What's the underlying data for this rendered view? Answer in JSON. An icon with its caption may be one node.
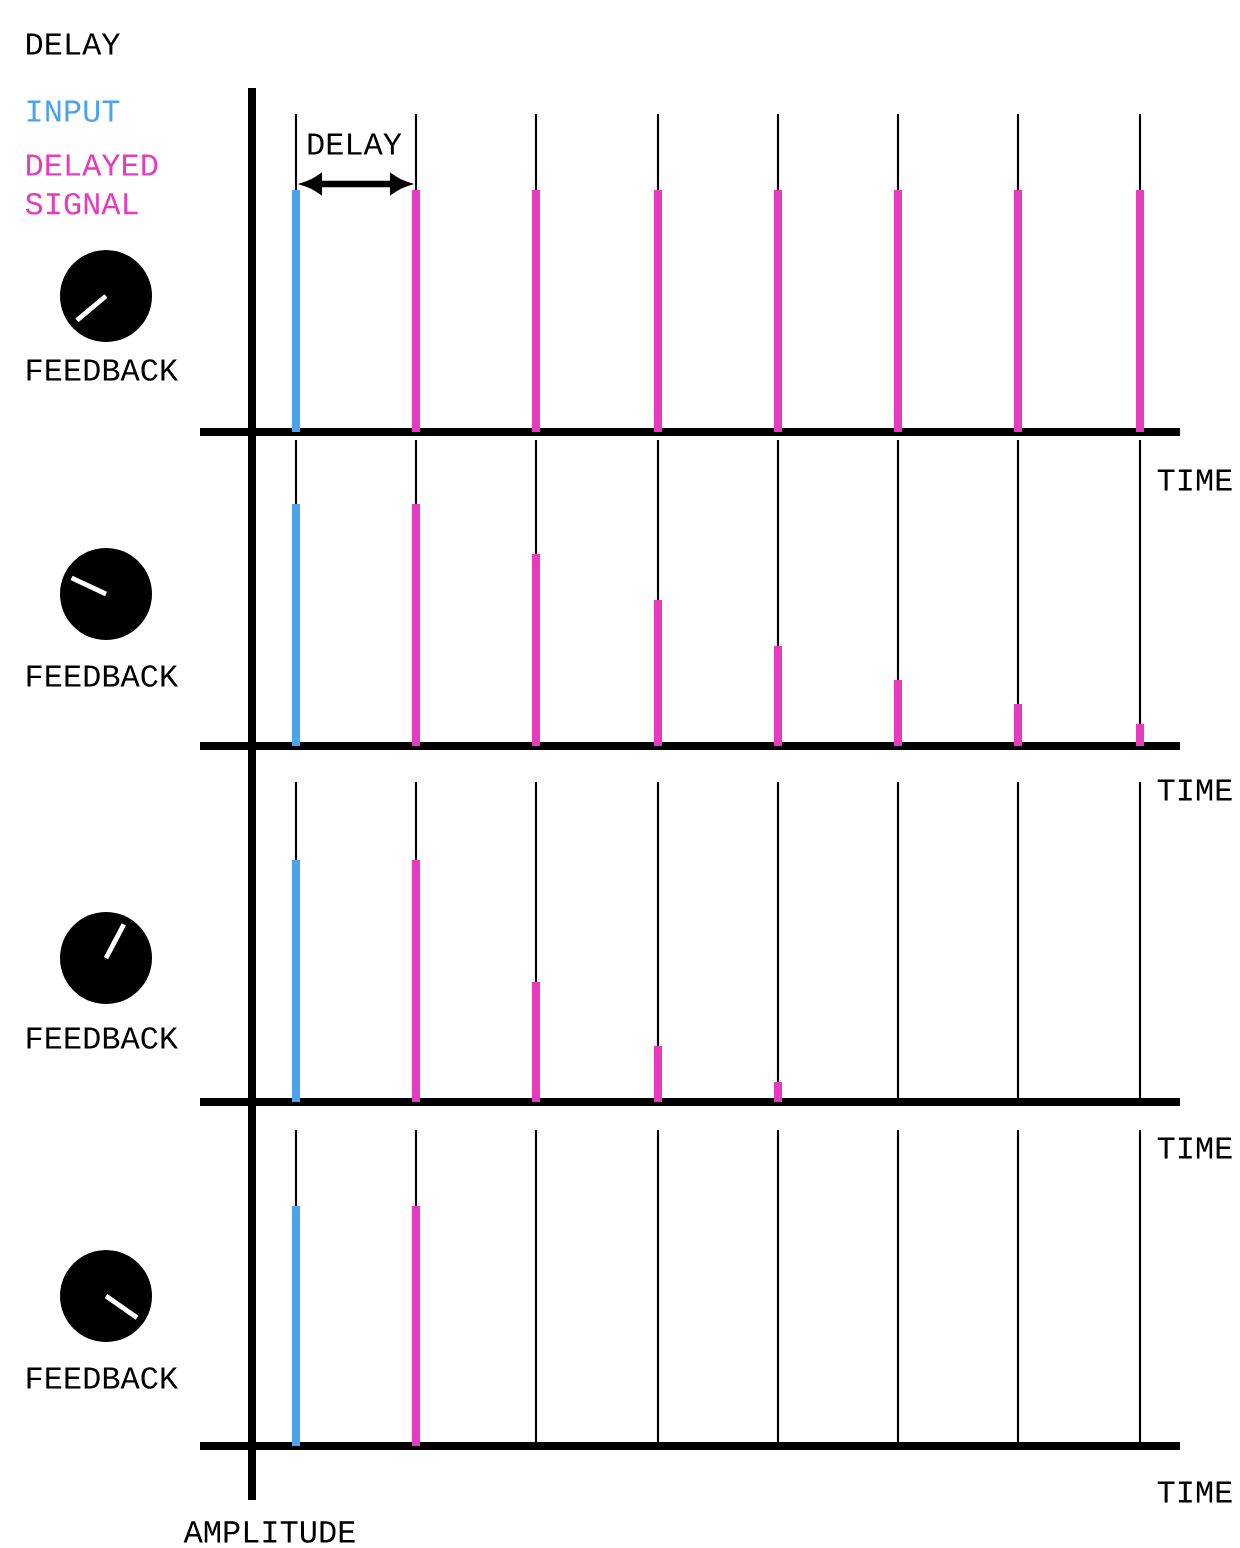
{
  "diagram": {
    "title": "DELAY",
    "labels": [
      "DELAY",
      "FEEDBACK",
      "TIME",
      "FEEDBACK",
      "TIME",
      "FEEDBACK",
      "TIME",
      "FEEDBACK",
      "TIME",
      "AMPLITUDE"
    ],
    "legend": [
      {
        "text": "INPUT",
        "color": "#4ba3ee"
      },
      {
        "text": "DELAYED SIGNAL",
        "color": "#e83abf"
      }
    ]
  }
}
